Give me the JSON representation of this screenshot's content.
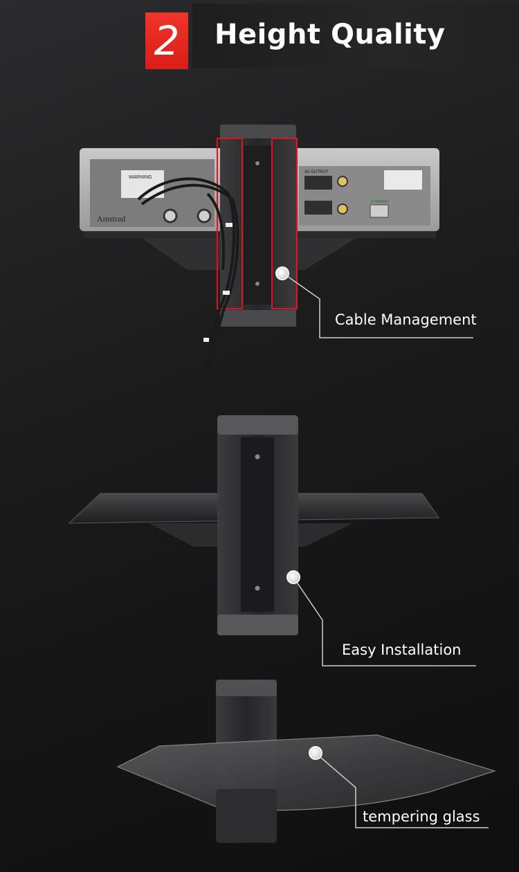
{
  "header": {
    "number": "2",
    "title": "Height Quality"
  },
  "device": {
    "brand": "Amstrad",
    "warning_label": "WARNING",
    "av_output_label": "AV OUTPUT",
    "ethernet_label": "ETHERNET"
  },
  "callouts": [
    {
      "label": "Cable Management"
    },
    {
      "label": "Easy Installation"
    },
    {
      "label": "tempering glass"
    }
  ],
  "colors": {
    "badge_red": "#e22a22",
    "highlight_red": "#e0141c",
    "text": "#ffffff"
  }
}
